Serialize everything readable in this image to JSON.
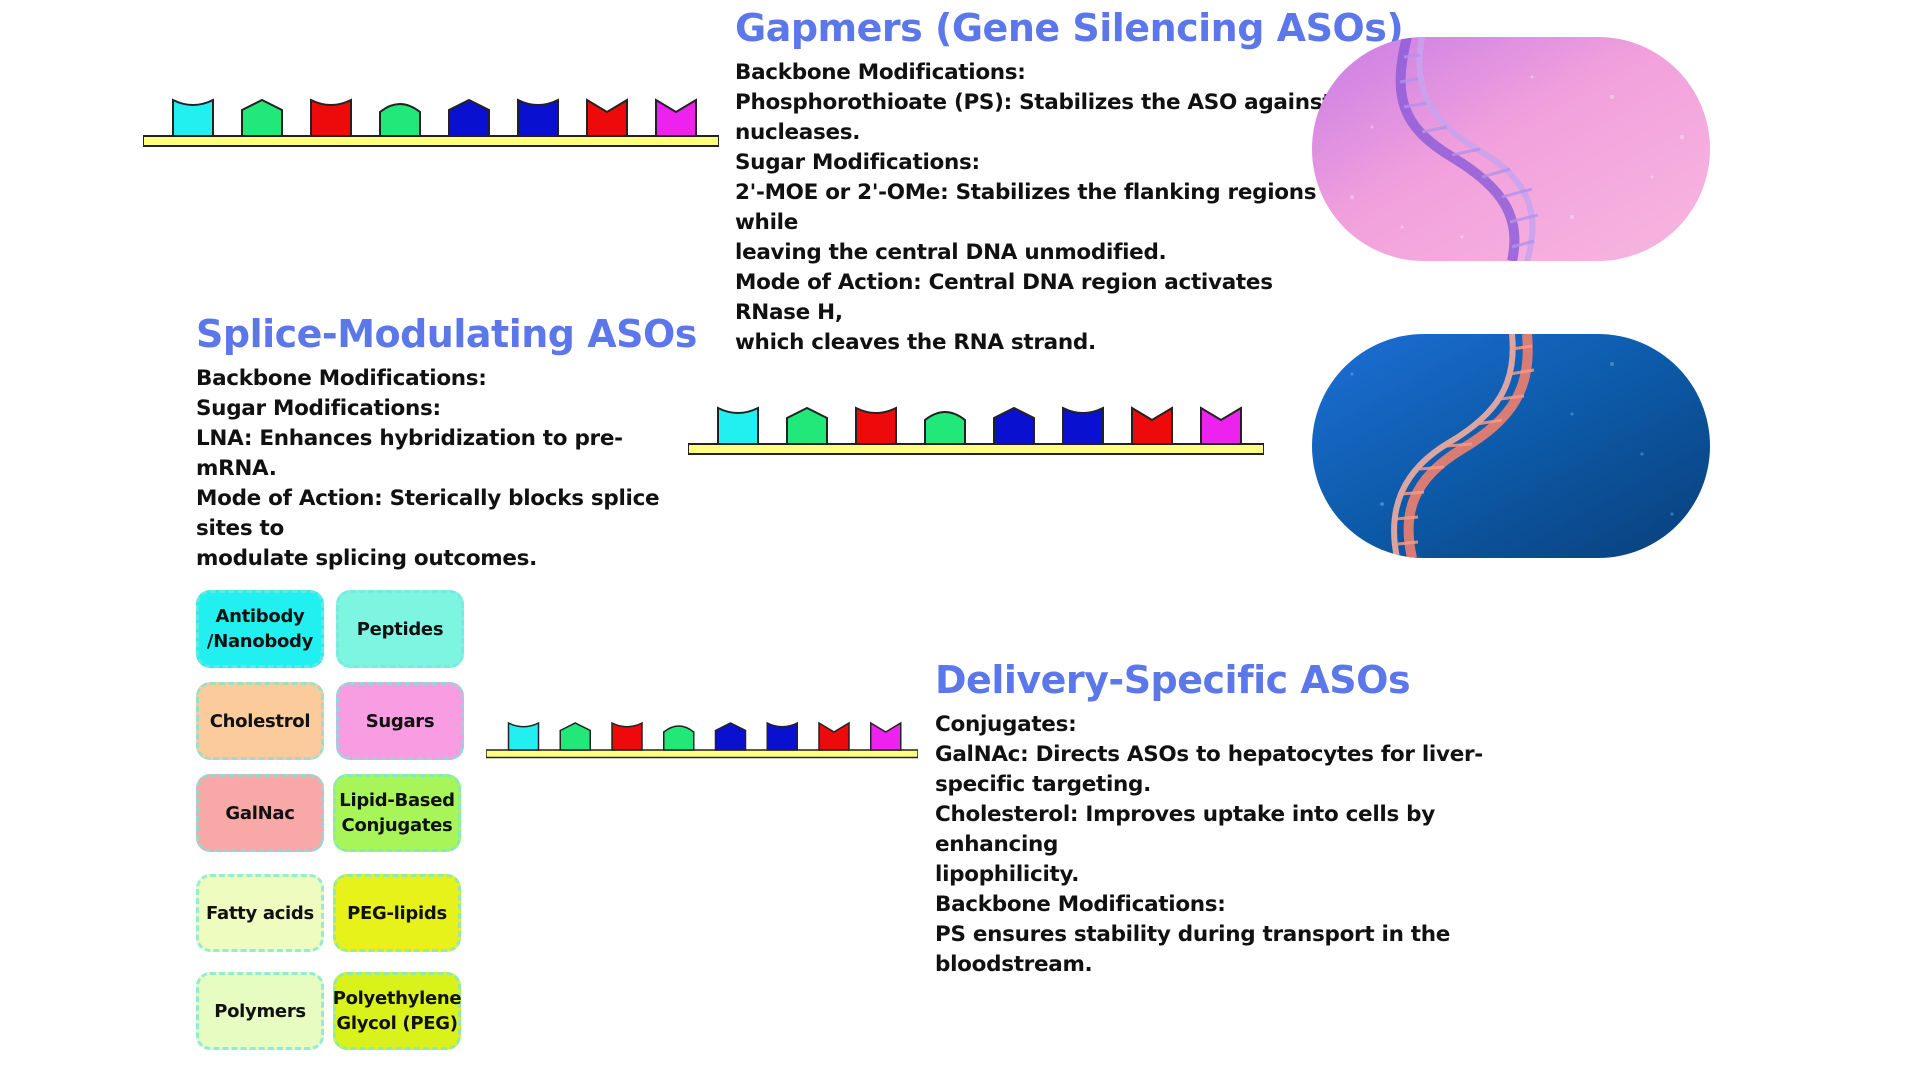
{
  "colors": {
    "heading": "#5b77ea",
    "backbone": "#ffff80",
    "bases": [
      "#22f0f0",
      "#22e87a",
      "#ee0a0a",
      "#22e87a",
      "#0a10d0",
      "#0a10d0",
      "#ee0a0a",
      "#ee22ee"
    ]
  },
  "gapmers": {
    "title": "Gapmers (Gene Silencing ASOs)",
    "lines": [
      "Backbone Modifications:",
      "Phosphorothioate (PS): Stabilizes the ASO against",
      "nucleases.",
      "Sugar Modifications:",
      "2'-MOE or 2'-OMe: Stabilizes the flanking regions while",
      "leaving the central DNA unmodified.",
      "Mode of Action: Central DNA region activates RNase H,",
      "which cleaves the RNA strand."
    ],
    "image_icon": "dna-helix-pink-image"
  },
  "splice": {
    "title": "Splice-Modulating ASOs",
    "lines": [
      "Backbone Modifications:",
      "Sugar Modifications:",
      "LNA: Enhances hybridization to pre-mRNA.",
      "Mode of Action: Sterically blocks splice sites to",
      "modulate splicing outcomes."
    ],
    "image_icon": "dna-helix-blue-image"
  },
  "delivery": {
    "title": "Delivery-Specific ASOs",
    "lines": [
      "Conjugates:",
      "GalNAc: Directs ASOs to hepatocytes for liver-",
      "specific targeting.",
      "Cholesterol: Improves uptake into cells by enhancing",
      "lipophilicity.",
      "Backbone Modifications:",
      "PS ensures stability during transport in the",
      "bloodstream."
    ]
  },
  "conjugates": [
    {
      "label": "Antibody\n/Nanobody",
      "color": "#22f0f0"
    },
    {
      "label": "Peptides",
      "color": "#7ef5e0"
    },
    {
      "label": "Cholestrol",
      "color": "#fccb9c"
    },
    {
      "label": "Sugars",
      "color": "#f99de3"
    },
    {
      "label": "GalNac",
      "color": "#f9a8a8"
    },
    {
      "label": "Lipid-Based\nConjugates",
      "color": "#a8f55a"
    },
    {
      "label": "Fatty acids",
      "color": "#eefcc0"
    },
    {
      "label": "PEG-lipids",
      "color": "#e6f21a"
    },
    {
      "label": "Polymers",
      "color": "#e6fcc0"
    },
    {
      "label": "Polyethylene\nGlycol (PEG)",
      "color": "#d9f21a"
    }
  ]
}
